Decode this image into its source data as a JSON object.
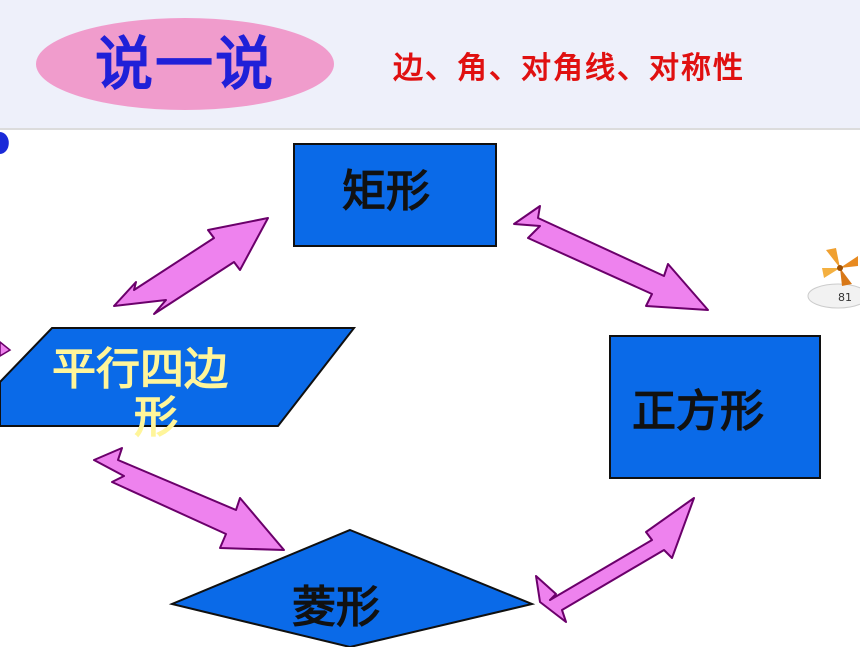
{
  "header": {
    "title": "说一说",
    "subtitle": "边、角、对角线、对称性"
  },
  "diagram": {
    "shapes": {
      "rectangle": "矩形",
      "parallelogram_line1": "平行四边",
      "parallelogram_line2": "形",
      "square": "正方形",
      "rhombus": "菱形"
    },
    "decoration_icon": "pinwheel-weather-icon",
    "decoration_text": "81"
  },
  "colors": {
    "shape_fill": "#0a6ae8",
    "shape_stroke": "#101010",
    "arrow_fill": "#ee82ee",
    "arrow_stroke": "#6b006b",
    "title_oval": "#f09ccc",
    "title_text": "#2020d8",
    "subtitle_text": "#e01010"
  }
}
